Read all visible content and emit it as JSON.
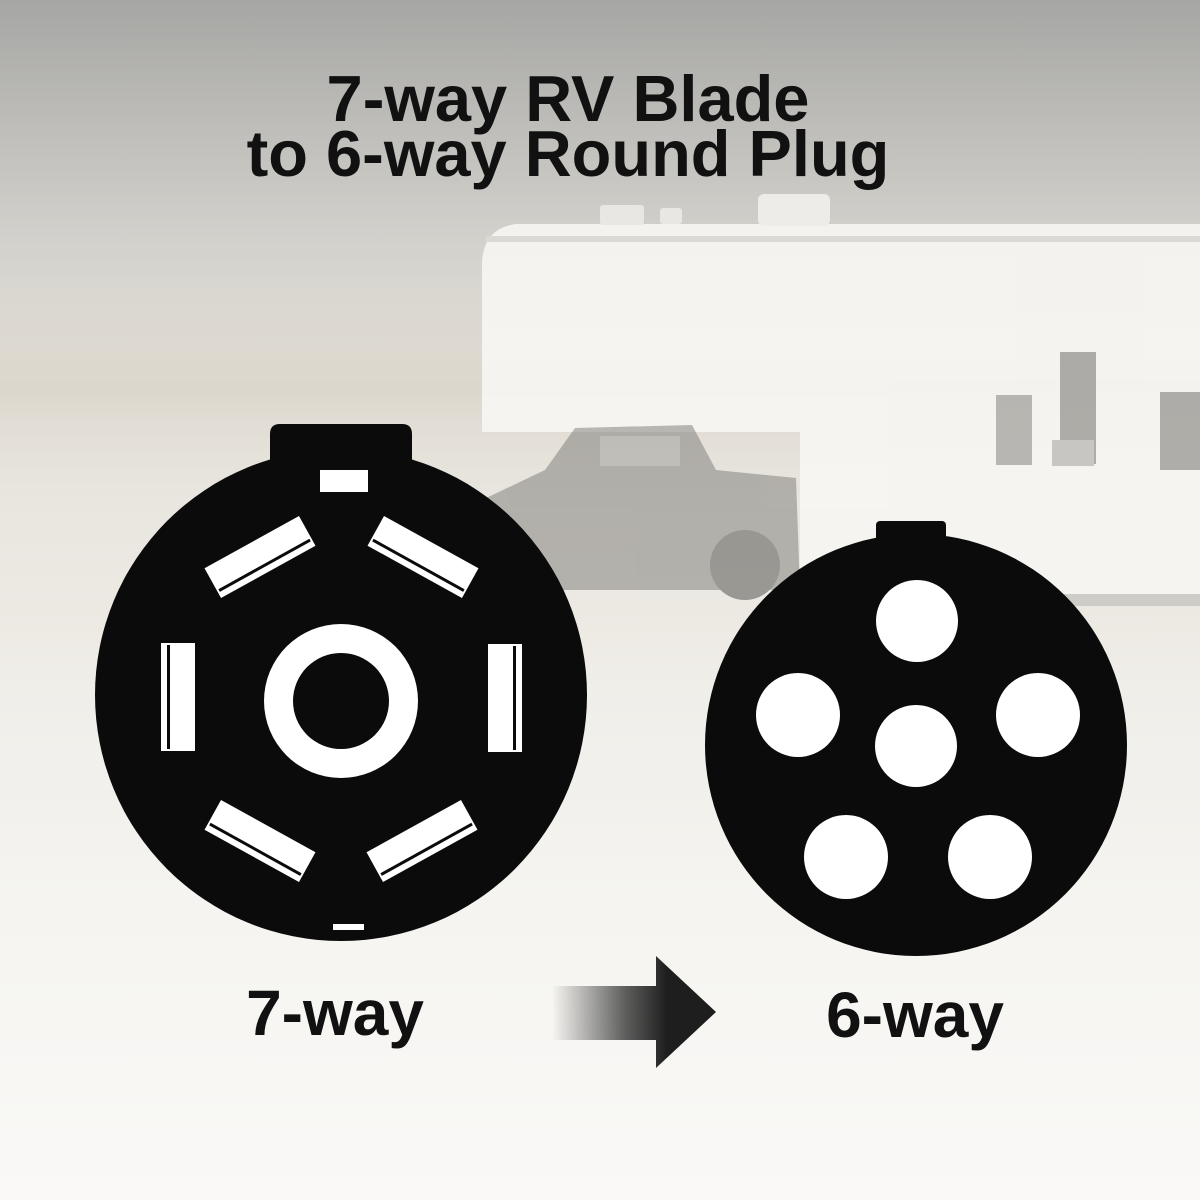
{
  "title": {
    "line1": "7-way RV Blade",
    "line2": "to 6-way Round Plug"
  },
  "left_connector": {
    "label": "7-way"
  },
  "right_connector": {
    "label": "6-way"
  },
  "arrow": {
    "icon": "arrow-right-icon"
  },
  "colors": {
    "text": "#111111",
    "connector": "#0b0b0b",
    "contacts": "#ffffff",
    "arrow": "#1e1e1e"
  }
}
